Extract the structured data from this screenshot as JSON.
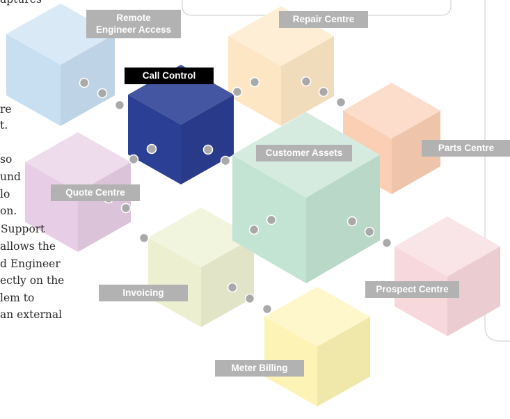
{
  "colors": {
    "label_background": "#b2b2b2",
    "active_label_background": "#000000",
    "label_text": "#ffffff",
    "connector_dot": "#a9a9a9",
    "frame_line": "#d3d3d3"
  },
  "body_text_fragments": [
    "aptures",
    "re",
    "t.",
    "so",
    "und",
    "lo",
    "on.",
    "Support",
    "allows the",
    "d Engineer",
    "ectly on the",
    "lem to",
    "an external"
  ],
  "modules": [
    {
      "id": "remote-engineer-access",
      "label_lines": [
        "Remote",
        "Engineer Access"
      ],
      "color": "#c8dff2",
      "active": false
    },
    {
      "id": "repair-centre",
      "label_lines": [
        "Repair Centre"
      ],
      "color": "#fde6c4",
      "active": false
    },
    {
      "id": "call-control",
      "label_lines": [
        "Call Control"
      ],
      "color": "#2b3f95",
      "active": true
    },
    {
      "id": "parts-centre",
      "label_lines": [
        "Parts Centre"
      ],
      "color": "#fbcfb4",
      "active": false
    },
    {
      "id": "customer-assets",
      "label_lines": [
        "Customer Assets"
      ],
      "color": "#c3e3d3",
      "active": false
    },
    {
      "id": "quote-centre",
      "label_lines": [
        "Quote Centre"
      ],
      "color": "#e7cde5",
      "active": false
    },
    {
      "id": "prospect-centre",
      "label_lines": [
        "Prospect Centre"
      ],
      "color": "#f7d8dc",
      "active": false
    },
    {
      "id": "invoicing",
      "label_lines": [
        "Invoicing"
      ],
      "color": "#edf0d0",
      "active": false
    },
    {
      "id": "meter-billing",
      "label_lines": [
        "Meter Billing"
      ],
      "color": "#fdf3b4",
      "active": false
    }
  ]
}
